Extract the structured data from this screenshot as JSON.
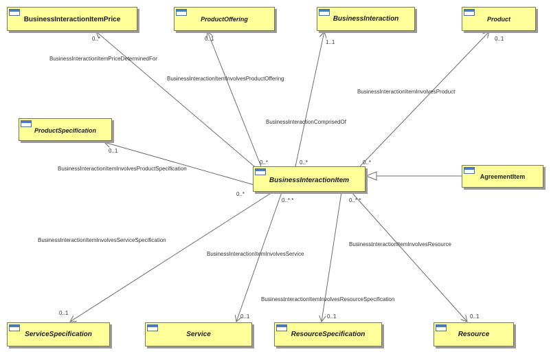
{
  "classes": {
    "business_interaction_item_price": "BusinessInteractionItemPrice",
    "product_offering": "ProductOffering",
    "business_interaction": "BusinessInteraction",
    "product": "Product",
    "product_specification": "ProductSpecification",
    "business_interaction_item": "BusinessInteractionItem",
    "agreement_item": "AgreementItem",
    "service_specification": "ServiceSpecification",
    "service": "Service",
    "resource_specification": "ResourceSpecification",
    "resource": "Resource"
  },
  "associations": {
    "price_determined_for": "BusinessInteractionItemPriceDeterminedFor",
    "involves_product_offering": "BusinessInteractionItemInvolvesProductOffering",
    "comprised_of": "BusinessInteractionComprisedOf",
    "involves_product": "BusinessInteractionItemInvolvesProduct",
    "involves_product_specification": "BusinessInteractionItemInvolvesProductSpecification",
    "involves_service_specification": "BusinessInteractionItemInvolvesServiceSpecification",
    "involves_service": "BusinessInteractionItemInvolvesService",
    "involves_resource": "BusinessInteractionItemInvolvesResource",
    "involves_resource_specification": "BusinessInteractionItemInvolvesResourceSpecification"
  },
  "multiplicities": {
    "zero_many": "0..*",
    "zero_one": "0..1",
    "one_one": "1..1",
    "zero_many_star": "0..* *"
  }
}
